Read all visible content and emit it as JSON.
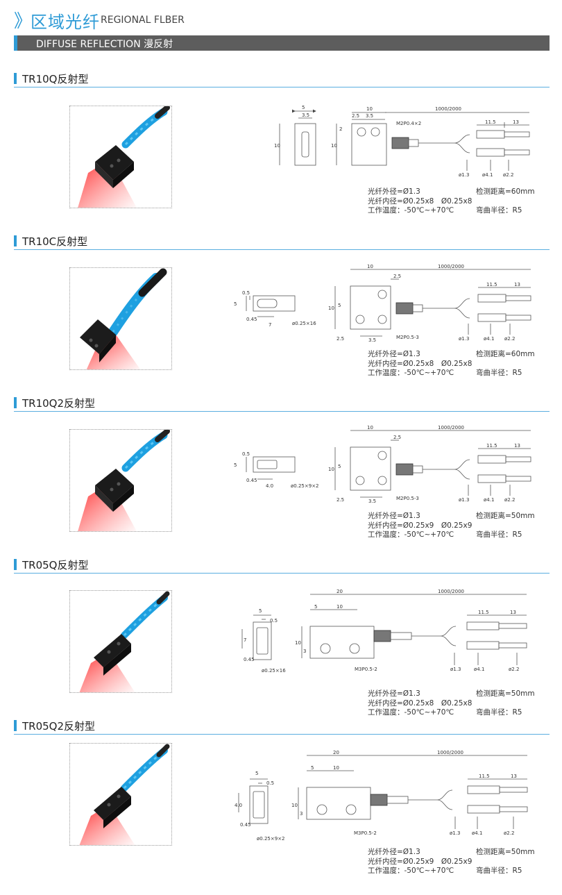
{
  "header": {
    "chevron": "》",
    "title_cn": "区域光纤",
    "title_en": "REGIONAL FLBER"
  },
  "category": {
    "label": "DIFFUSE REFLECTION 漫反射"
  },
  "colors": {
    "accent": "#2e9bd6",
    "bar": "#5d5d5d",
    "fiber_blue": "#1ea0e0",
    "beam_red": "#ff2a2a"
  },
  "common": {
    "fiber_len": "1000/2000",
    "d13": "ø1.3",
    "d41": "ø4.1",
    "d22": "ø2.2",
    "l115": "11.5",
    "l13": "13"
  },
  "sections": [
    {
      "title": "TR10Q反射型",
      "front": {
        "w": "5",
        "inner": "3.5",
        "h": "10"
      },
      "body": {
        "w": "10",
        "a": "2.5",
        "b": "3.5",
        "h": "10",
        "m": "2",
        "thread": "M2P0.4×2"
      },
      "specs": {
        "od": "光纤外径=Ø1.3",
        "id": "光纤内径=Ø0.25x8　Ø0.25x8",
        "temp": "工作温度：-50℃~+70℃",
        "dist": "检测距离=60mm",
        "bend": "弯曲半径：R5"
      }
    },
    {
      "title": "TR10C反射型",
      "front": {
        "h": "5",
        "t": "0.5",
        "a": "0.45",
        "len": "7",
        "spec": "ø0.25×16"
      },
      "body": {
        "w": "10",
        "a": "2.5",
        "h": "10",
        "m": "5",
        "b": "2.5",
        "c": "3.5",
        "thread": "M2P0.5-3"
      },
      "specs": {
        "od": "光纤外径=Ø1.3",
        "id": "光纤内径=Ø0.25x8　Ø0.25x8",
        "temp": "工作温度：-50℃~+70℃",
        "dist": "检测距离=60mm",
        "bend": "弯曲半径：R5"
      }
    },
    {
      "title": "TR10Q2反射型",
      "front": {
        "h": "5",
        "t": "0.5",
        "a": "0.45",
        "len": "4.0",
        "spec": "ø0.25×9×2"
      },
      "body": {
        "w": "10",
        "a": "2.5",
        "h": "10",
        "m": "5",
        "b": "2.5",
        "c": "3.5",
        "thread": "M2P0.5-3"
      },
      "specs": {
        "od": "光纤外径=Ø1.3",
        "id": "光纤内径=Ø0.25x9　Ø0.25x9",
        "temp": "工作温度：-50℃~+70℃",
        "dist": "检测距离=50mm",
        "bend": "弯曲半径：R5"
      }
    },
    {
      "title": "TR05Q反射型",
      "front": {
        "w": "5",
        "t": "0.5",
        "a": "7",
        "b": "0.45",
        "spec": "ø0.25×16"
      },
      "body": {
        "w": "20",
        "a": "5",
        "b": "10",
        "h": "10",
        "c": "3",
        "thread": "M3P0.5-2"
      },
      "specs": {
        "od": "光纤外径=Ø1.3",
        "id": "光纤内径=Ø0.25x8　Ø0.25x8",
        "temp": "工作温度：-50℃~+70℃",
        "dist": "检测距离=50mm",
        "bend": "弯曲半径：R5"
      }
    },
    {
      "title": "TR05Q2反射型",
      "front": {
        "w": "5",
        "t": "0.5",
        "a": "4.0",
        "b": "0.45",
        "spec": "ø0.25×9×2"
      },
      "body": {
        "w": "20",
        "a": "5",
        "b": "10",
        "h": "10",
        "c": "3",
        "thread": "M3P0.5-2"
      },
      "specs": {
        "od": "光纤外径=Ø1.3",
        "id": "光纤内径=Ø0.25x9　Ø0.25x9",
        "temp": "工作温度：-50℃~+70℃",
        "dist": "检测距离=50mm",
        "bend": "弯曲半径：R5"
      }
    }
  ]
}
